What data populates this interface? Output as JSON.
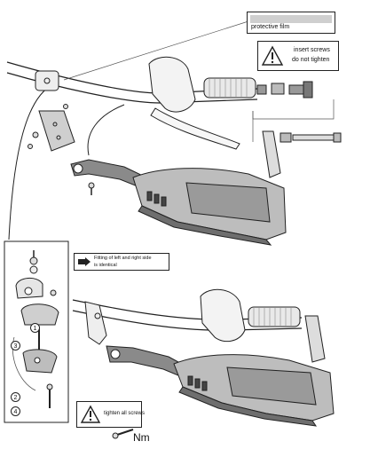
{
  "labels": {
    "protective_film": "protective film",
    "insert_screws": "insert screws",
    "do_not_tighten": "do not tighten",
    "fitting_line1": "Fitting of left and right side",
    "fitting_line2": "is identical",
    "tighten_all": "tighten all screws",
    "torque_unit": "Nm"
  },
  "callouts": [
    "1",
    "2",
    "3",
    "4"
  ],
  "colors": {
    "line": "#222222",
    "guard_fill": "#bdbdbd",
    "guard_dark": "#6e6e6e",
    "film_bar": "#cfcfcf"
  }
}
